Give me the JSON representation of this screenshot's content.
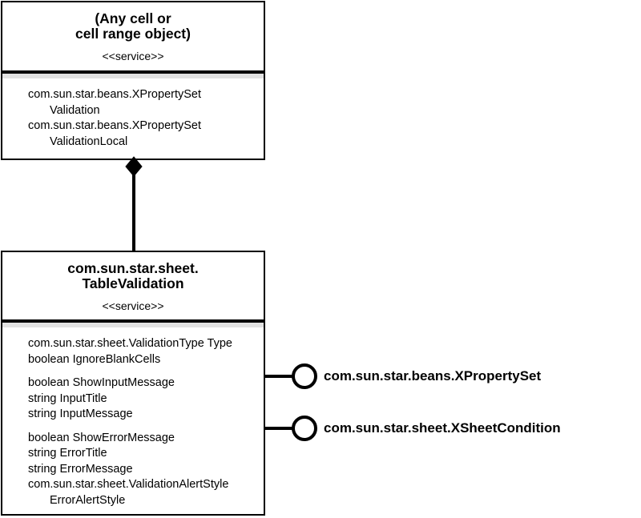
{
  "diagram": {
    "kind": "UML service diagram",
    "colors": {
      "line": "#000000",
      "text": "#000000",
      "shadow_band": "#e2e2e2",
      "background": "#ffffff"
    },
    "top_box": {
      "title_lines": [
        "(Any cell or",
        "cell range object)"
      ],
      "stereotype": "<<service>>",
      "body_lines": [
        "com.sun.star.beans.XPropertySet",
        "Validation",
        "com.sun.star.beans.XPropertySet",
        "ValidationLocal"
      ]
    },
    "connector": {
      "type": "composition",
      "diamond": "filled",
      "from": "(Any cell or cell range object)",
      "to": "com.sun.star.sheet.TableValidation"
    },
    "bottom_box": {
      "title_lines": [
        "com.sun.star.sheet.",
        "TableValidation"
      ],
      "stereotype": "<<service>>",
      "body_groups": [
        [
          "com.sun.star.sheet.ValidationType Type",
          "boolean IgnoreBlankCells"
        ],
        [
          "boolean ShowInputMessage",
          "string InputTitle",
          "string InputMessage"
        ],
        [
          "boolean ShowErrorMessage",
          "string ErrorTitle",
          "string ErrorMessage",
          "com.sun.star.sheet.ValidationAlertStyle",
          "ErrorAlertStyle"
        ]
      ]
    },
    "interfaces": [
      {
        "label": "com.sun.star.beans.XPropertySet"
      },
      {
        "label": "com.sun.star.sheet.XSheetCondition"
      }
    ]
  }
}
